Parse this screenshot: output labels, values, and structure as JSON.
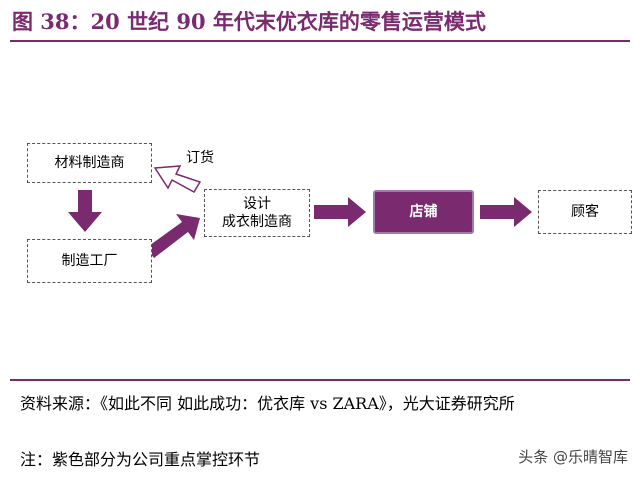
{
  "title": "图 38：20 世纪 90 年代末优衣库的零售运营模式",
  "nodes": {
    "material_maker": "材料制造商",
    "factory": "制造工厂",
    "design_line1": "设计",
    "design_line2": "成衣制造商",
    "store": "店铺",
    "customer": "顾客"
  },
  "edge_labels": {
    "order": "订货"
  },
  "source": "资料来源：《如此不同 如此成功：优衣库 vs ZARA》，光大证券研究所",
  "note": "注：紫色部分为公司重点掌控环节",
  "watermark": "头条 @乐晴智库",
  "colors": {
    "brand": "#7a2a6f",
    "arrow_fill": "#7a2a6f",
    "highlight_fill": "#7a2a6f"
  }
}
